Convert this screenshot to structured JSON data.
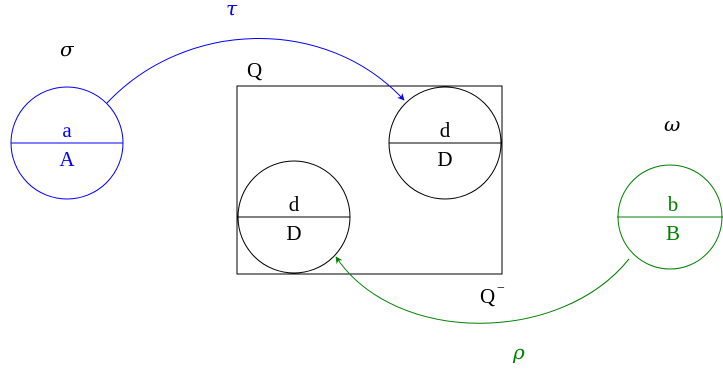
{
  "colors": {
    "blue": "#0000ff",
    "green": "#008000",
    "black": "#000000"
  },
  "labels": {
    "sigma": "σ",
    "omega": "ω",
    "tau": "τ",
    "rho": "ρ",
    "q": "Q",
    "q_minus": "Q",
    "q_minus_sup": "−"
  },
  "circles": {
    "left": {
      "top": "a",
      "bottom": "A"
    },
    "inner_top": {
      "top": "d",
      "bottom": "D"
    },
    "inner_bottom": {
      "top": "d",
      "bottom": "D"
    },
    "right": {
      "top": "b",
      "bottom": "B"
    }
  }
}
